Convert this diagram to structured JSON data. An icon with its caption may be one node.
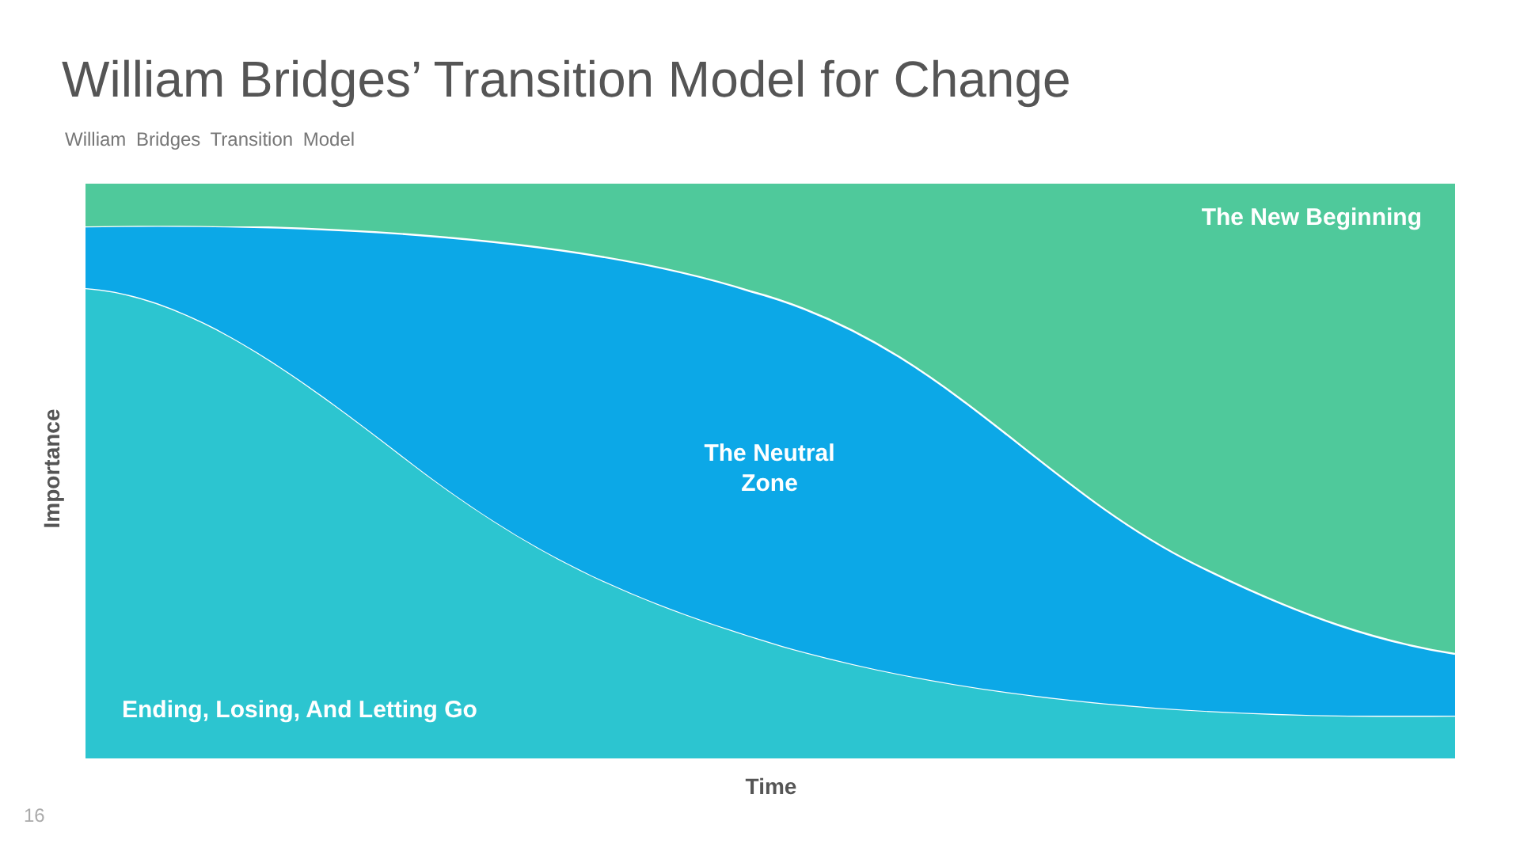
{
  "diagram": {
    "title": "William Bridges’ Transition Model for Change",
    "nodes": [
      {
        "text": [
          "Ending, Losing, And Letting Go"
        ]
      },
      {
        "text": [
          "The Neutral Zone"
        ]
      },
      {
        "text": [
          "The New Beginning"
        ]
      }
    ],
    "labels": [
      "William Bridges Transition Model",
      "Importance",
      "Time",
      "16"
    ]
  }
}
